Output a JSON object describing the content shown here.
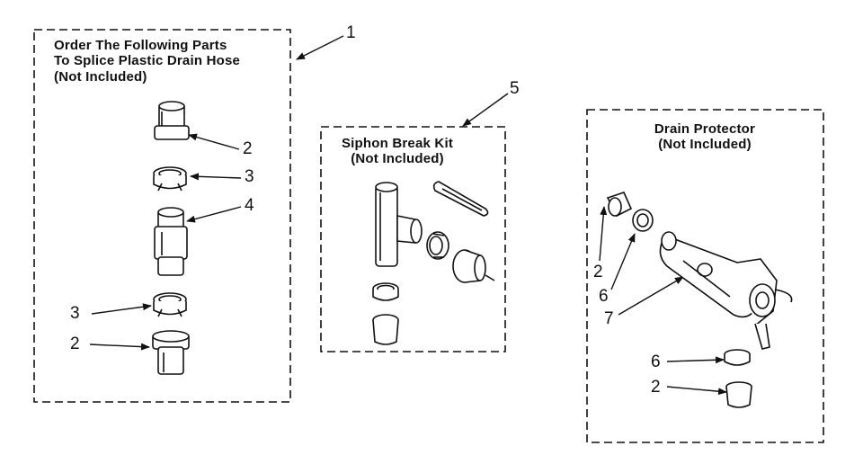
{
  "panels": {
    "splice": {
      "line1": "Order The Following Parts",
      "line2": "To Splice Plastic Drain Hose",
      "line3": "(Not Included)"
    },
    "siphon": {
      "line1": "Siphon Break Kit",
      "line2": "(Not Included)"
    },
    "drain": {
      "line1": "Drain Protector",
      "line2": "(Not Included)"
    }
  },
  "callouts": {
    "c1": "1",
    "c2a": "2",
    "c3a": "3",
    "c4": "4",
    "c3b": "3",
    "c2b": "2",
    "c5": "5",
    "c2c": "2",
    "c6a": "6",
    "c7": "7",
    "c6b": "6",
    "c2d": "2"
  },
  "colors": {
    "ink": "#111111",
    "paper": "#ffffff"
  }
}
